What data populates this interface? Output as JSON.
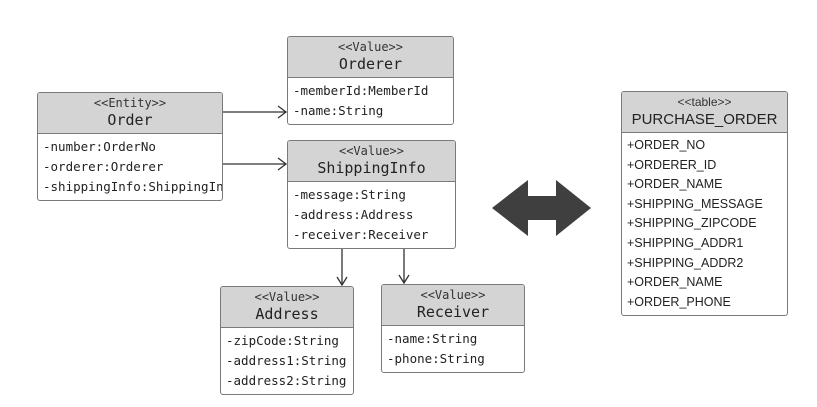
{
  "classes": [
    {
      "id": "order",
      "stereotype": "<<Entity>>",
      "name": "Order",
      "attributes": [
        "-number:OrderNo",
        "-orderer:Orderer",
        "-shippingInfo:ShippingInfo"
      ]
    },
    {
      "id": "orderer",
      "stereotype": "<<Value>>",
      "name": "Orderer",
      "attributes": [
        "-memberId:MemberId",
        "-name:String"
      ]
    },
    {
      "id": "shipping-info",
      "stereotype": "<<Value>>",
      "name": "ShippingInfo",
      "attributes": [
        "-message:String",
        "-address:Address",
        "-receiver:Receiver"
      ]
    },
    {
      "id": "address",
      "stereotype": "<<Value>>",
      "name": "Address",
      "attributes": [
        "-zipCode:String",
        "-address1:String",
        "-address2:String"
      ]
    },
    {
      "id": "receiver",
      "stereotype": "<<Value>>",
      "name": "Receiver",
      "attributes": [
        "-name:String",
        "-phone:String"
      ]
    },
    {
      "id": "purchase-order",
      "stereotype": "<<table>>",
      "name": "PURCHASE_ORDER",
      "attributes": [
        "+ORDER_NO",
        "+ORDERER_ID",
        "+ORDER_NAME",
        "+SHIPPING_MESSAGE",
        "+SHIPPING_ZIPCODE",
        "+SHIPPING_ADDR1",
        "+SHIPPING_ADDR2",
        "+ORDER_NAME",
        "+ORDER_PHONE"
      ]
    }
  ],
  "relations": [
    {
      "from": "order",
      "to": "orderer"
    },
    {
      "from": "order",
      "to": "shipping-info"
    },
    {
      "from": "shipping-info",
      "to": "address"
    },
    {
      "from": "shipping-info",
      "to": "receiver"
    },
    {
      "from": "order-model",
      "to": "purchase-order",
      "type": "bidirectional-mapping"
    }
  ],
  "colors": {
    "header": "#d4d4d4",
    "border": "#7a7a7a",
    "mapping_arrow": "#3f3f3f"
  }
}
